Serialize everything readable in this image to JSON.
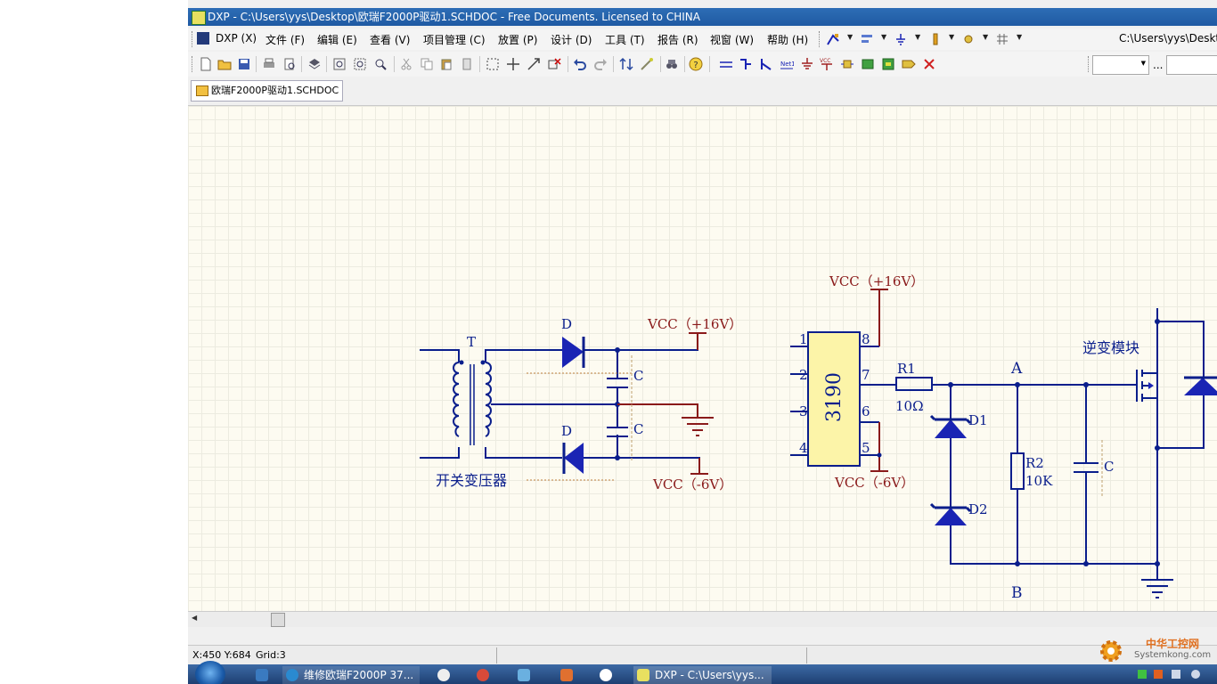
{
  "window": {
    "title": "DXP - C:\\Users\\yys\\Desktop\\欧瑞F2000P驱动1.SCHDOC - Free Documents. Licensed to CHINA"
  },
  "menubar": {
    "items": [
      "DXP (X)",
      "文件 (F)",
      "编辑 (E)",
      "查看 (V)",
      "项目管理 (C)",
      "放置 (P)",
      "设计 (D)",
      "工具 (T)",
      "报告 (R)",
      "视窗 (W)",
      "帮助 (H)"
    ],
    "path": "C:\\Users\\yys\\Deskt"
  },
  "toolbar": {
    "combo_dots": "..."
  },
  "tabs": {
    "document": "欧瑞F2000P驱动1.SCHDOC"
  },
  "schematic": {
    "transformer_ref": "T",
    "transformer_name": "开关变压器",
    "diode_top": "D",
    "diode_bottom": "D",
    "cap_top": "C",
    "cap_bottom": "C",
    "vcc_plus_left": "VCC（+16V）",
    "vcc_minus_left": "VCC（-6V）",
    "vcc_plus_ic": "VCC（+16V）",
    "vcc_minus_ic": "VCC（-6V）",
    "ic_name": "3190",
    "pins": [
      "1",
      "2",
      "3",
      "4",
      "8",
      "7",
      "6",
      "5"
    ],
    "r1_ref": "R1",
    "r1_value": "10Ω",
    "r2_ref": "R2",
    "r2_value": "10K",
    "d1": "D1",
    "d2": "D2",
    "node_a": "A",
    "node_b": "B",
    "cap_right": "C",
    "inverter": "逆变模块"
  },
  "status": {
    "coords": "X:450 Y:684",
    "grid": "Grid:3"
  },
  "watermark": {
    "brand": "中华工控网",
    "url": "Systemkong.com"
  },
  "taskbar": {
    "tasks": [
      "维修欧瑞F2000P 37...",
      "DXP - C:\\Users\\yys..."
    ]
  },
  "colors": {
    "wire": "#0a1e8c",
    "component": "#1a24b4",
    "power": "#8a1a1a",
    "ic_fill": "#fcf4a8",
    "titlebar": "#1f5aa3"
  }
}
